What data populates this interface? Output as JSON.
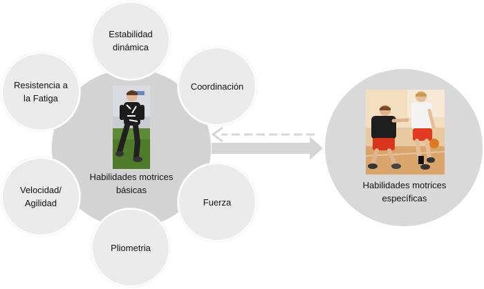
{
  "diagram": {
    "core_label": "Habilidades motrices\nbásicas",
    "target_label": "Habilidades motrices\nespecíficas",
    "satellites": {
      "estabilidad": "Estabilidad\ndinámica",
      "coordinacion": "Coordinación",
      "fuerza": "Fuerza",
      "pliometria": "Pliometria",
      "velocidad": "Velocidad/\nAgilidad",
      "resistencia": "Resistencia a\nla Fatiga"
    },
    "icons": {
      "core_photo": "child-running-photo",
      "target_photo": "children-basketball-photo",
      "forward_arrow": "arrow-right-icon",
      "back_arrow": "dashed-arrow-left-icon"
    },
    "colors": {
      "core": "#d3d3d3",
      "satellite": "#ebebeb",
      "target": "#d9d9d9",
      "arrow": "#d6d6d6"
    }
  }
}
